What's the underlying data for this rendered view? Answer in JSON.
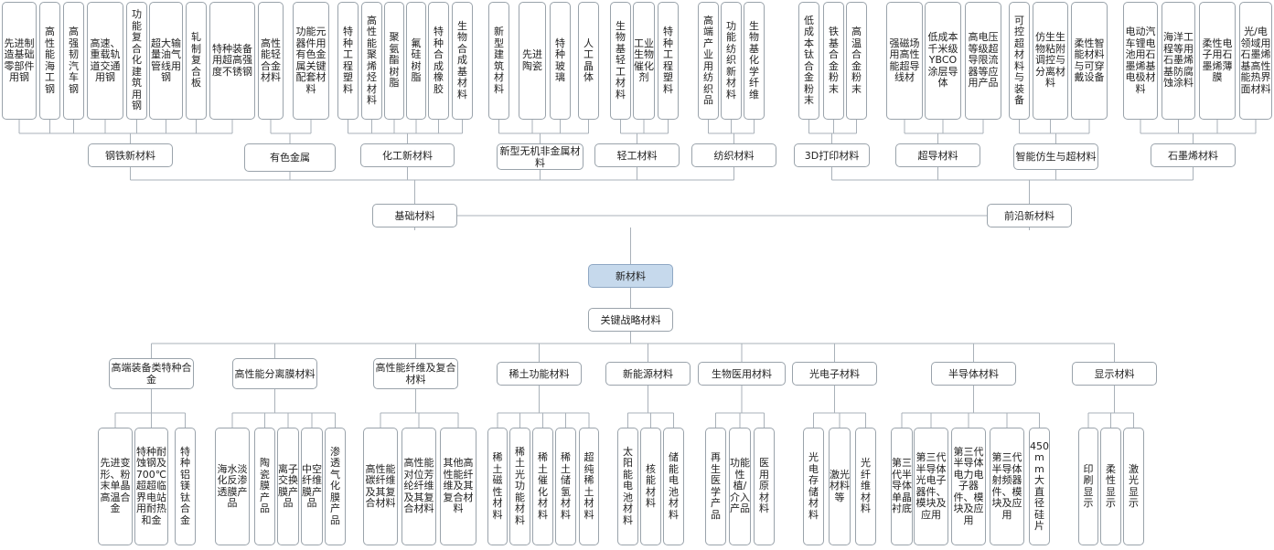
{
  "root": {
    "label": "新材料"
  },
  "strategic": {
    "label": "关键战略材料"
  },
  "basic": {
    "label": "基础材料"
  },
  "frontier": {
    "label": "前沿新材料"
  },
  "basic_groups": [
    {
      "label": "钢铁新材料",
      "items": [
        "先进制造基础零部件用钢",
        "高性能海工钢",
        "高强韧汽车钢",
        "高速、重载轨道交通用钢",
        "功能复合化建筑用钢",
        "超大输量油气管线用钢",
        "轧制复合板",
        "特种装备用超高强度不锈钢"
      ]
    },
    {
      "label": "有色金属",
      "items": [
        "高性能轻合金材料",
        "功能元器件用有色金属关键配套材料"
      ]
    },
    {
      "label": "化工新材料",
      "items": [
        "特种工程塑料",
        "高性能聚烯烃材料",
        "聚氨酯树脂",
        "氟硅树脂",
        "特种合成橡胶",
        "生物合成基材料"
      ]
    },
    {
      "label": "新型无机非金属材料",
      "items": [
        "新型建筑材料",
        "先进陶瓷",
        "特种玻璃",
        "人工晶体"
      ]
    },
    {
      "label": "轻工材料",
      "items": [
        "生物基轻工材料",
        "工业生物催化剂",
        "特种工程塑料"
      ]
    },
    {
      "label": "纺织材料",
      "items": [
        "高端产业用纺织品",
        "功能纺织新材料",
        "生物基化学纤维"
      ]
    }
  ],
  "frontier_groups": [
    {
      "label": "3D打印材料",
      "items": [
        "低成本钛合金粉末",
        "铁基合金粉末",
        "高温合金粉末"
      ]
    },
    {
      "label": "超导材料",
      "items": [
        "强磁场用高性能超导线材",
        "低成本千米级YBCO涂层导体",
        "高电压等级超导限流器等应用产品"
      ]
    },
    {
      "label": "智能仿生与超材料",
      "items": [
        "可控超材料与装备",
        "仿生生物粘附调控与分离材料",
        "柔性智能材料与可穿戴设备"
      ]
    },
    {
      "label": "石墨烯材料",
      "items": [
        "电动汽车锂电池用石墨烯基电极材料",
        "海洋工程等用石墨烯基防腐蚀涂料",
        "柔性电子用石墨烯薄膜",
        "光/电领域用石墨烯基高性能热界面材料"
      ]
    }
  ],
  "strategic_groups": [
    {
      "label": "高端装备类特种合金",
      "items": [
        "先进变形、粉末单晶高温合金",
        "特种耐蚀钢及700℃超超临界电站用耐热和金",
        "特种铝镁钛合金"
      ]
    },
    {
      "label": "高性能分离膜材料",
      "items": [
        "海水淡化反渗透膜产品",
        "陶瓷膜产品",
        "离子交换膜产品",
        "中空纤维膜产品",
        "渗透气化膜产品"
      ]
    },
    {
      "label": "高性能纤维及复合材料",
      "items": [
        "高性能碳纤维及其复合材料",
        "高性能对位芳纶纤维及其复合材料",
        "其他高性能纤维及其复合材料"
      ]
    },
    {
      "label": "稀土功能材料",
      "items": [
        "稀土磁性材料",
        "稀土光功能材料",
        "稀土催化材料",
        "稀土储氢材料",
        "超纯稀土材料"
      ]
    },
    {
      "label": "新能源材料",
      "items": [
        "太阳能电池材料",
        "核能材料",
        "储能电池材料"
      ]
    },
    {
      "label": "生物医用材料",
      "items": [
        "再生医学产品",
        "功能性植/介入产品",
        "医用原材料"
      ]
    },
    {
      "label": "光电子材料",
      "items": [
        "光电存储材料",
        "激光材料等",
        "光纤维材料"
      ]
    },
    {
      "label": "半导体材料",
      "items": [
        "第三代半导体单晶衬底",
        "第三代半导体光电子器件、模块及应用",
        "第三代半导体电力电子器件、模块及应用",
        "第三代半导体射频器件、模块及应用",
        "450mm大直径硅片"
      ]
    },
    {
      "label": "显示材料",
      "items": [
        "印刷显示",
        "柔性显示",
        "激光显示"
      ]
    }
  ]
}
